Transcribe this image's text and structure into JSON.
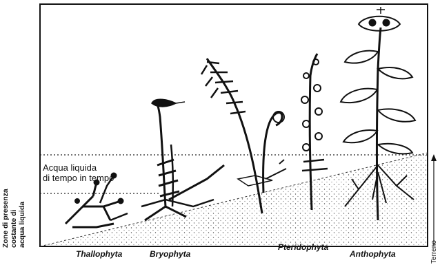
{
  "labels": {
    "left_vertical": [
      "Zone di presenza",
      "costante di",
      "acqua liquida"
    ],
    "water_intermittent": [
      "Acqua liquida",
      "di tempo in tempo"
    ],
    "right_vertical": "Terreno"
  },
  "taxa": [
    "Thallophyta",
    "Bryophyta",
    "Pteridophyta",
    "Anthophyta"
  ],
  "colors": {
    "ink": "#111111",
    "paper": "#ffffff",
    "soil_dots": "#555555"
  }
}
